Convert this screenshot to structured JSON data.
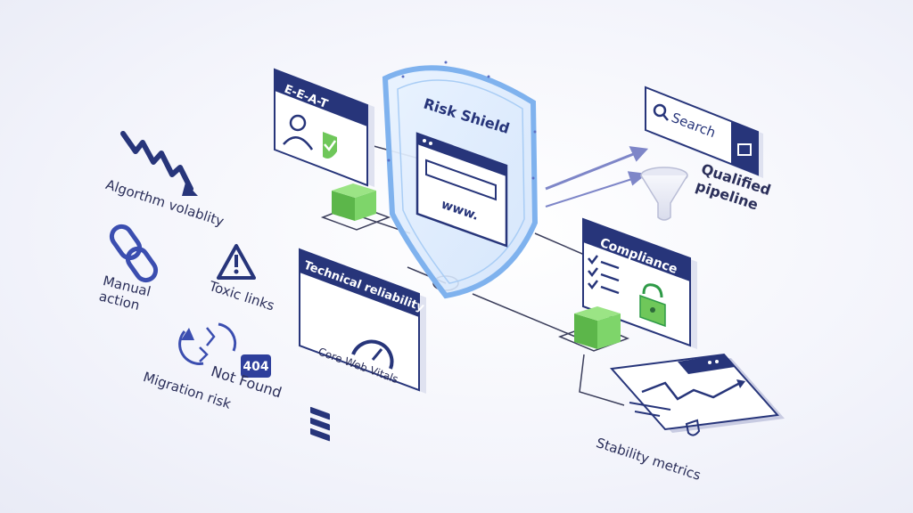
{
  "risks": {
    "algorithm_volatility": "Algorthm volablity",
    "manual_action": "Manual\naction",
    "toxic_links": "Toxic links",
    "migration_risk": "Migration risk",
    "not_found_code": "404",
    "not_found": "Not Found"
  },
  "eeat": {
    "title": "E-E-A-T"
  },
  "shield": {
    "title": "Risk Shield",
    "url_text": "www."
  },
  "technical": {
    "title": "Technical reliability",
    "caption": "Core Web Vitals"
  },
  "search": {
    "placeholder": "Search"
  },
  "pipeline": {
    "label": "Qualified\npipeline"
  },
  "compliance": {
    "title": "Compliance"
  },
  "stability": {
    "label": "Stability metrics"
  },
  "colors": {
    "navy": "#27357a",
    "card": "#ffffff",
    "green": "#6fc75a",
    "shield": "#7fb2ee",
    "line": "#3c3f5c"
  }
}
